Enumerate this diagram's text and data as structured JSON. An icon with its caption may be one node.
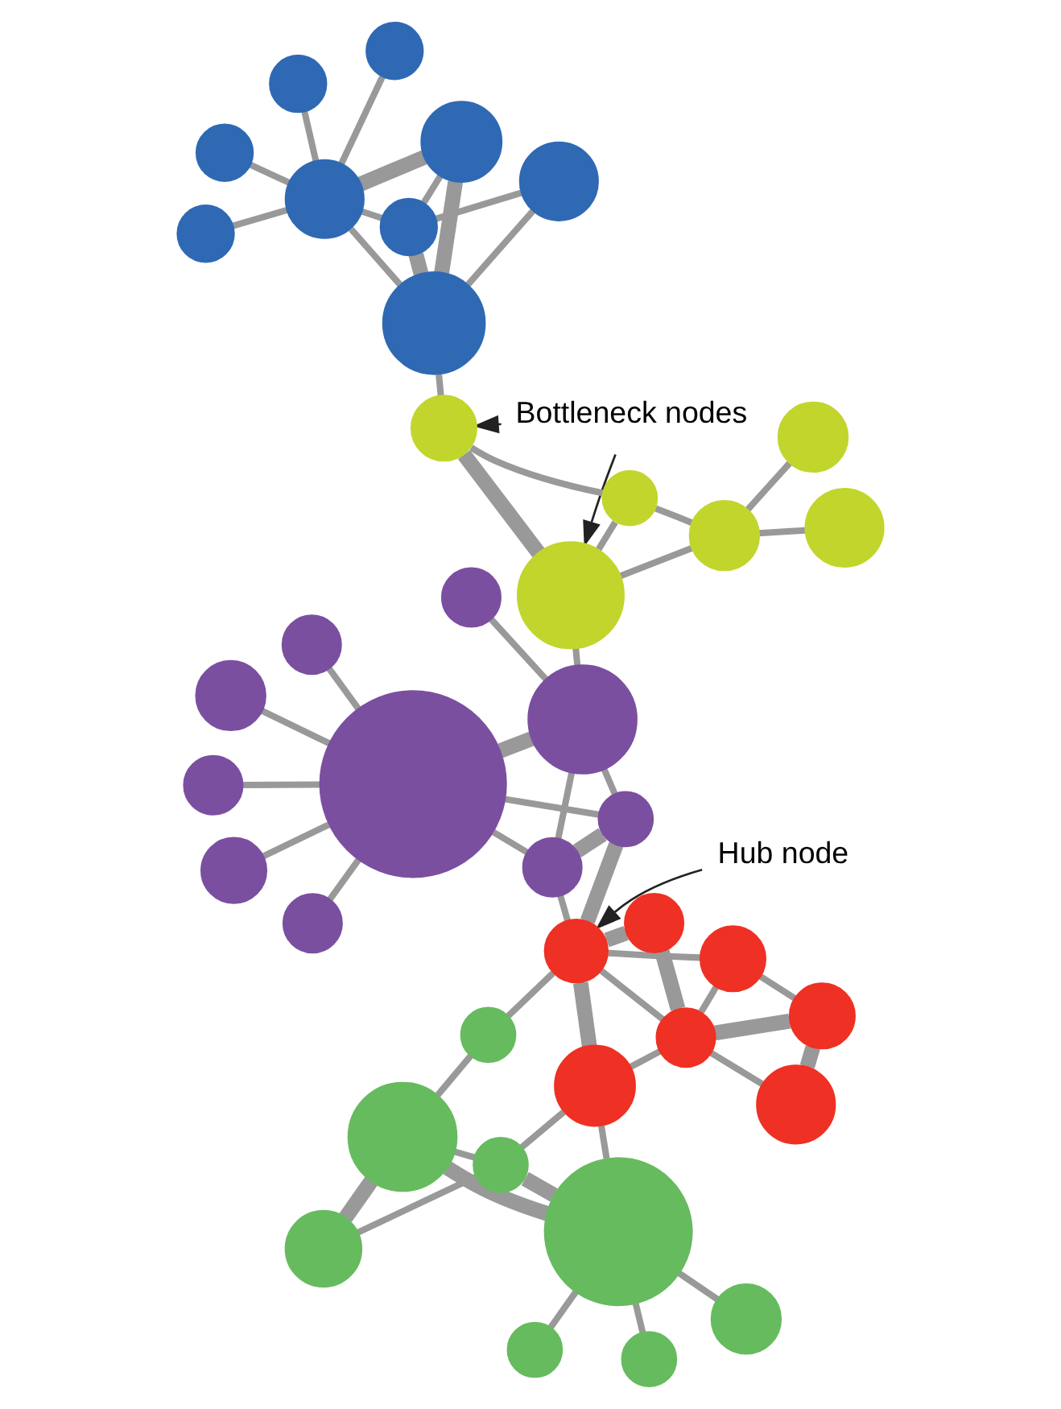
{
  "diagram": {
    "nodes": [
      {
        "text": [],
        "shape": "circle"
      },
      {
        "text": [],
        "shape": "circle"
      },
      {
        "text": [],
        "shape": "circle"
      },
      {
        "text": [],
        "shape": "circle"
      },
      {
        "text": [],
        "shape": "circle"
      },
      {
        "text": [],
        "shape": "circle"
      },
      {
        "text": [],
        "shape": "circle"
      },
      {
        "text": [
          "Hub node"
        ]
      },
      {
        "text": [],
        "shape": "circle"
      },
      {
        "text": [],
        "shape": "circle"
      },
      {
        "text": [],
        "shape": "circle"
      },
      {
        "text": [],
        "shape": "circle"
      },
      {
        "text": [],
        "shape": "circle"
      },
      {
        "text": [],
        "shape": "circle"
      },
      {
        "text": [],
        "shape": "circle"
      },
      {
        "text": [],
        "shape": "circle"
      },
      {
        "text": [],
        "shape": "circle"
      },
      {
        "text": [],
        "shape": "circle"
      },
      {
        "text": [],
        "shape": "circle"
      },
      {
        "text": [],
        "shape": "circle"
      },
      {
        "text": [],
        "shape": "circle"
      },
      {
        "text": [],
        "shape": "circle"
      },
      {
        "text": [
          "Bottleneck nodes"
        ]
      },
      {
        "text": [],
        "shape": "circle"
      },
      {
        "text": [],
        "shape": "circle"
      },
      {
        "text": [],
        "shape": "circle"
      },
      {
        "text": [],
        "shape": "circle"
      },
      {
        "text": [],
        "shape": "circle"
      },
      {
        "text": [],
        "shape": "circle"
      },
      {
        "text": [],
        "shape": "circle"
      },
      {
        "text": [],
        "shape": "circle"
      },
      {
        "text": [],
        "shape": "circle"
      },
      {
        "text": [],
        "shape": "circle"
      },
      {
        "text": [],
        "shape": "circle"
      },
      {
        "text": [],
        "shape": "circle"
      },
      {
        "text": [],
        "shape": "circle"
      },
      {
        "text": [],
        "shape": "circle"
      },
      {
        "text": [],
        "shape": "circle"
      },
      {
        "text": [],
        "shape": "circle"
      },
      {
        "text": [],
        "shape": "circle"
      },
      {
        "text": [],
        "shape": "circle"
      },
      {
        "text": [],
        "shape": "circle"
      }
    ],
    "edges": [
      {
        "from": 3,
        "to": 1,
        "arrow": "none"
      },
      {
        "from": 3,
        "to": 0,
        "arrow": "none"
      },
      {
        "from": 3,
        "to": 2,
        "arrow": "none"
      },
      {
        "from": 3,
        "to": 4,
        "arrow": "none",
        "style": "thick"
      },
      {
        "from": 3,
        "to": 5,
        "arrow": "none",
        "style": "thick"
      },
      {
        "from": 3,
        "to": 9,
        "arrow": "none"
      },
      {
        "from": 4,
        "to": 5,
        "arrow": "none"
      },
      {
        "from": 4,
        "to": 6,
        "arrow": "none",
        "style": "thick"
      },
      {
        "from": 5,
        "to": 6,
        "arrow": "none"
      },
      {
        "from": 4,
        "to": 8,
        "arrow": "none"
      },
      {
        "from": 5,
        "to": 9,
        "arrow": "none"
      },
      {
        "from": 8,
        "to": 14,
        "arrow": "none"
      },
      {
        "from": 9,
        "to": 14,
        "arrow": "none",
        "style": "thick"
      },
      {
        "from": 9,
        "to": 13,
        "arrow": "none"
      },
      {
        "from": 10,
        "to": 13,
        "arrow": "none",
        "style": "thick"
      },
      {
        "from": 10,
        "to": 14,
        "arrow": "none",
        "style": "thick"
      },
      {
        "from": 12,
        "to": 13,
        "arrow": "none"
      },
      {
        "from": 12,
        "to": 17,
        "arrow": "none",
        "style": "thick"
      },
      {
        "from": 13,
        "to": 14,
        "arrow": "none"
      },
      {
        "from": 13,
        "to": 17,
        "arrow": "none",
        "style": "thick"
      },
      {
        "from": 13,
        "to": 18,
        "arrow": "none"
      },
      {
        "from": 17,
        "to": 18,
        "arrow": "none"
      },
      {
        "from": 18,
        "to": 14,
        "arrow": "none"
      },
      {
        "from": 14,
        "to": 16,
        "arrow": "none",
        "style": "thick"
      },
      {
        "from": 14,
        "to": 20,
        "arrow": "none"
      },
      {
        "from": 16,
        "to": 20,
        "arrow": "none",
        "style": "thick"
      },
      {
        "from": 16,
        "to": 23,
        "arrow": "none"
      },
      {
        "from": 16,
        "to": 21,
        "arrow": "none"
      },
      {
        "from": 20,
        "to": 21,
        "arrow": "none"
      },
      {
        "from": 20,
        "to": 23,
        "arrow": "none"
      },
      {
        "from": 23,
        "to": 21,
        "arrow": "none",
        "style": "thick"
      },
      {
        "from": 21,
        "to": 11,
        "arrow": "none"
      },
      {
        "from": 21,
        "to": 15,
        "arrow": "none"
      },
      {
        "from": 21,
        "to": 19,
        "arrow": "none"
      },
      {
        "from": 21,
        "to": 24,
        "arrow": "none"
      },
      {
        "from": 21,
        "to": 26,
        "arrow": "none"
      },
      {
        "from": 23,
        "to": 28,
        "arrow": "none"
      },
      {
        "from": 23,
        "to": 25,
        "arrow": "none"
      },
      {
        "from": 25,
        "to": 27,
        "arrow": "none",
        "style": "thick"
      },
      {
        "from": 25,
        "to": 30,
        "arrow": "none"
      },
      {
        "from": 25,
        "to": 31,
        "arrow": "none"
      },
      {
        "from": 27,
        "to": 30,
        "arrow": "none"
      },
      {
        "from": 30,
        "to": 31,
        "arrow": "none"
      },
      {
        "from": 31,
        "to": 34,
        "arrow": "none"
      },
      {
        "from": 31,
        "to": 32,
        "arrow": "none"
      },
      {
        "from": 27,
        "to": 33,
        "arrow": "none"
      },
      {
        "from": 29,
        "to": 35,
        "arrow": "none"
      },
      {
        "from": 29,
        "to": 33,
        "arrow": "none"
      },
      {
        "from": 35,
        "to": 33,
        "arrow": "none",
        "style": "thick"
      },
      {
        "from": 33,
        "to": 37,
        "arrow": "none",
        "style": "thick"
      },
      {
        "from": 35,
        "to": 37,
        "arrow": "none"
      },
      {
        "from": 33,
        "to": 38,
        "arrow": "none"
      },
      {
        "from": 35,
        "to": 38,
        "arrow": "none"
      },
      {
        "from": 38,
        "to": 37,
        "arrow": "none",
        "style": "thick"
      },
      {
        "from": 38,
        "to": 36,
        "arrow": "none"
      },
      {
        "from": 38,
        "to": 39,
        "arrow": "none"
      },
      {
        "from": 38,
        "to": 40,
        "arrow": "none"
      },
      {
        "from": 38,
        "to": 41,
        "arrow": "none"
      },
      {
        "from": 7,
        "to": 14,
        "arrow": "to",
        "color": "#222222"
      },
      {
        "from": 22,
        "to": 25,
        "arrow": "to",
        "color": "#222222"
      },
      {
        "from": 22,
        "to": 27,
        "arrow": "to",
        "color": "#222222"
      }
    ]
  }
}
